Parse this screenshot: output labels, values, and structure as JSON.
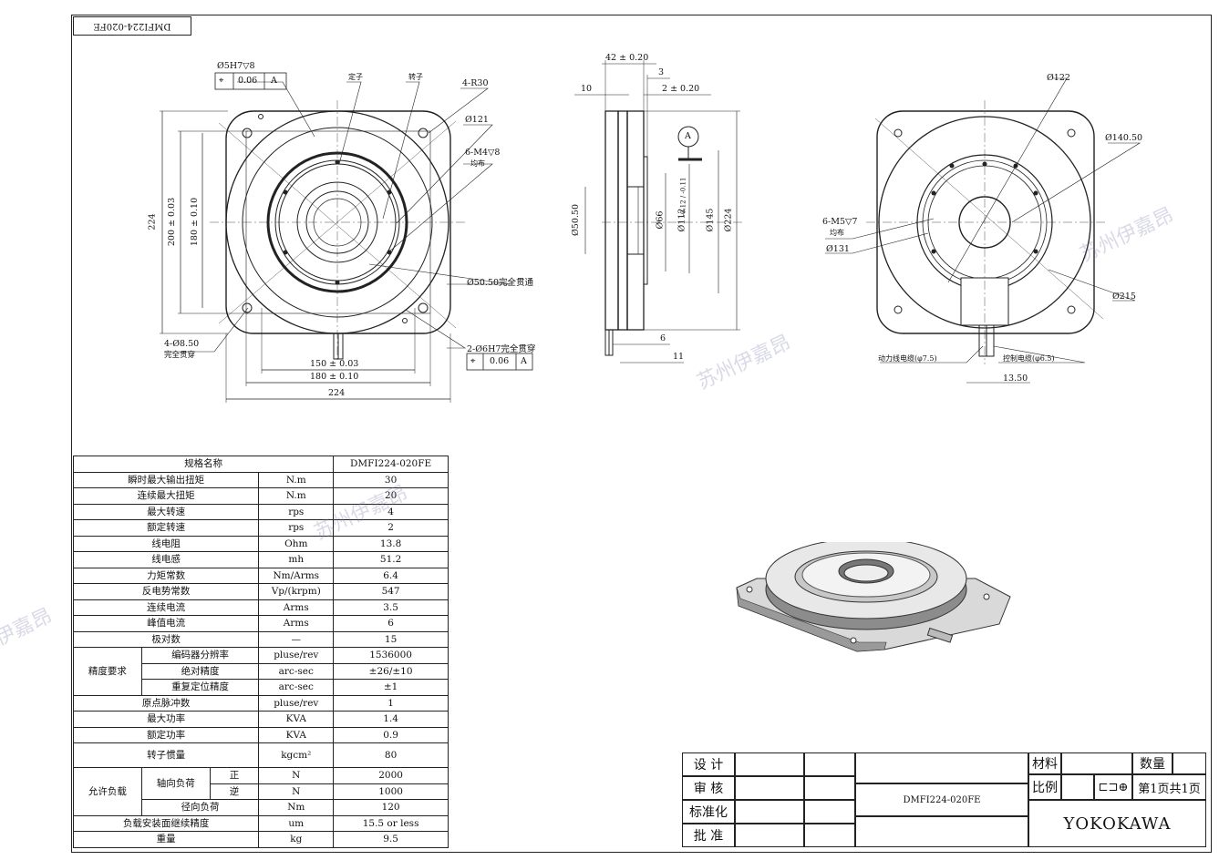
{
  "drawing": {
    "tag": "DMFI224-020FE",
    "front_view": {
      "tol_hole": "Ø5H7▽8",
      "fcf_top": {
        "sym": "⌖",
        "tol": "0.06",
        "datum": "A"
      },
      "fcf_bottom": {
        "sym": "⌖",
        "tol": "0.06",
        "datum": "A"
      },
      "label_stator": "定子",
      "label_rotor": "转子",
      "r30": "4-R30",
      "d121": "Ø121",
      "m4": "6-M4▽8",
      "m4_sub": "均布",
      "d50": "Ø50.50完全贯通",
      "holes": "4-Ø8.50",
      "holes_sub": "完全贯穿",
      "pin": "2-Ø6H7完全贯穿",
      "dim_224_v": "224",
      "dim_200": "200 ± 0.03",
      "dim_180_v": "180 ± 0.10",
      "dim_150": "150 ± 0.03",
      "dim_180_h": "180 ± 0.10",
      "dim_224_h": "224"
    },
    "side_view": {
      "d42": "42 ± 0.20",
      "d3": "3",
      "d10": "10",
      "d2": "2 ± 0.20",
      "datum": "A",
      "d5050": "Ø50.50",
      "d66": "Ø66",
      "d112": "Ø112",
      "d112_tol": "-0.12 / -0.11",
      "d145": "Ø145",
      "d224": "Ø224",
      "d6": "6",
      "d11": "11"
    },
    "rear_view": {
      "d122": "Ø122",
      "d140": "Ø140.50",
      "m5": "6-M5▽7",
      "m5_sub": "均布",
      "d131": "Ø131",
      "d215": "Ø215",
      "power_cable": "动力线电缆(φ7.5)",
      "ctrl_cable": "控制电缆(φ6.5)",
      "d1350": "13.50"
    }
  },
  "spec_table": {
    "header": {
      "name": "规格名称",
      "value": "DMFI224-020FE"
    },
    "rows": [
      {
        "label": "瞬时最大输出扭矩",
        "unit": "N.m",
        "value": "30"
      },
      {
        "label": "连续最大扭矩",
        "unit": "N.m",
        "value": "20"
      },
      {
        "label": "最大转速",
        "unit": "rps",
        "value": "4"
      },
      {
        "label": "额定转速",
        "unit": "rps",
        "value": "2"
      },
      {
        "label": "线电阻",
        "unit": "Ohm",
        "value": "13.8"
      },
      {
        "label": "线电感",
        "unit": "mh",
        "value": "51.2"
      },
      {
        "label": "力矩常数",
        "unit": "Nm/Arms",
        "value": "6.4"
      },
      {
        "label": "反电势常数",
        "unit": "Vp/(krpm)",
        "value": "547"
      },
      {
        "label": "连续电流",
        "unit": "Arms",
        "value": "3.5"
      },
      {
        "label": "峰值电流",
        "unit": "Arms",
        "value": "6"
      },
      {
        "label": "极对数",
        "unit": "—",
        "value": "15"
      }
    ],
    "precision": {
      "group": "精度要求",
      "rows": [
        {
          "label": "编码器分辨率",
          "unit": "pluse/rev",
          "value": "1536000"
        },
        {
          "label": "绝对精度",
          "unit": "arc-sec",
          "value": "±26/±10"
        },
        {
          "label": "重复定位精度",
          "unit": "arc-sec",
          "value": "±1"
        }
      ]
    },
    "rows2": [
      {
        "label": "原点脉冲数",
        "unit": "pluse/rev",
        "value": "1"
      },
      {
        "label": "最大功率",
        "unit": "KVA",
        "value": "1.4"
      },
      {
        "label": "额定功率",
        "unit": "KVA",
        "value": "0.9"
      }
    ],
    "inertia": {
      "label": "转子惯量",
      "unit": "kgcm²",
      "value": "80"
    },
    "load": {
      "group": "允许负载",
      "axial": "轴向负荷",
      "pos": {
        "dir": "正",
        "unit": "N",
        "value": "2000"
      },
      "neg": {
        "dir": "逆",
        "unit": "N",
        "value": "1000"
      },
      "radial": {
        "label": "径向负荷",
        "unit": "Nm",
        "value": "120"
      }
    },
    "flatness": {
      "label": "负载安装面继续精度",
      "unit": "um",
      "value": "15.5 or less"
    },
    "weight": {
      "label": "重量",
      "unit": "kg",
      "value": "9.5"
    }
  },
  "title_block": {
    "design": "设 计",
    "review": "审 核",
    "standard": "标准化",
    "approve": "批 准",
    "part_no": "DMFI224-020FE",
    "material": "材料",
    "quantity": "数量",
    "scale": "比例",
    "sheet": "第1页共1页",
    "company": "YOKOKAWA"
  },
  "watermark": "苏州伊嘉昂"
}
